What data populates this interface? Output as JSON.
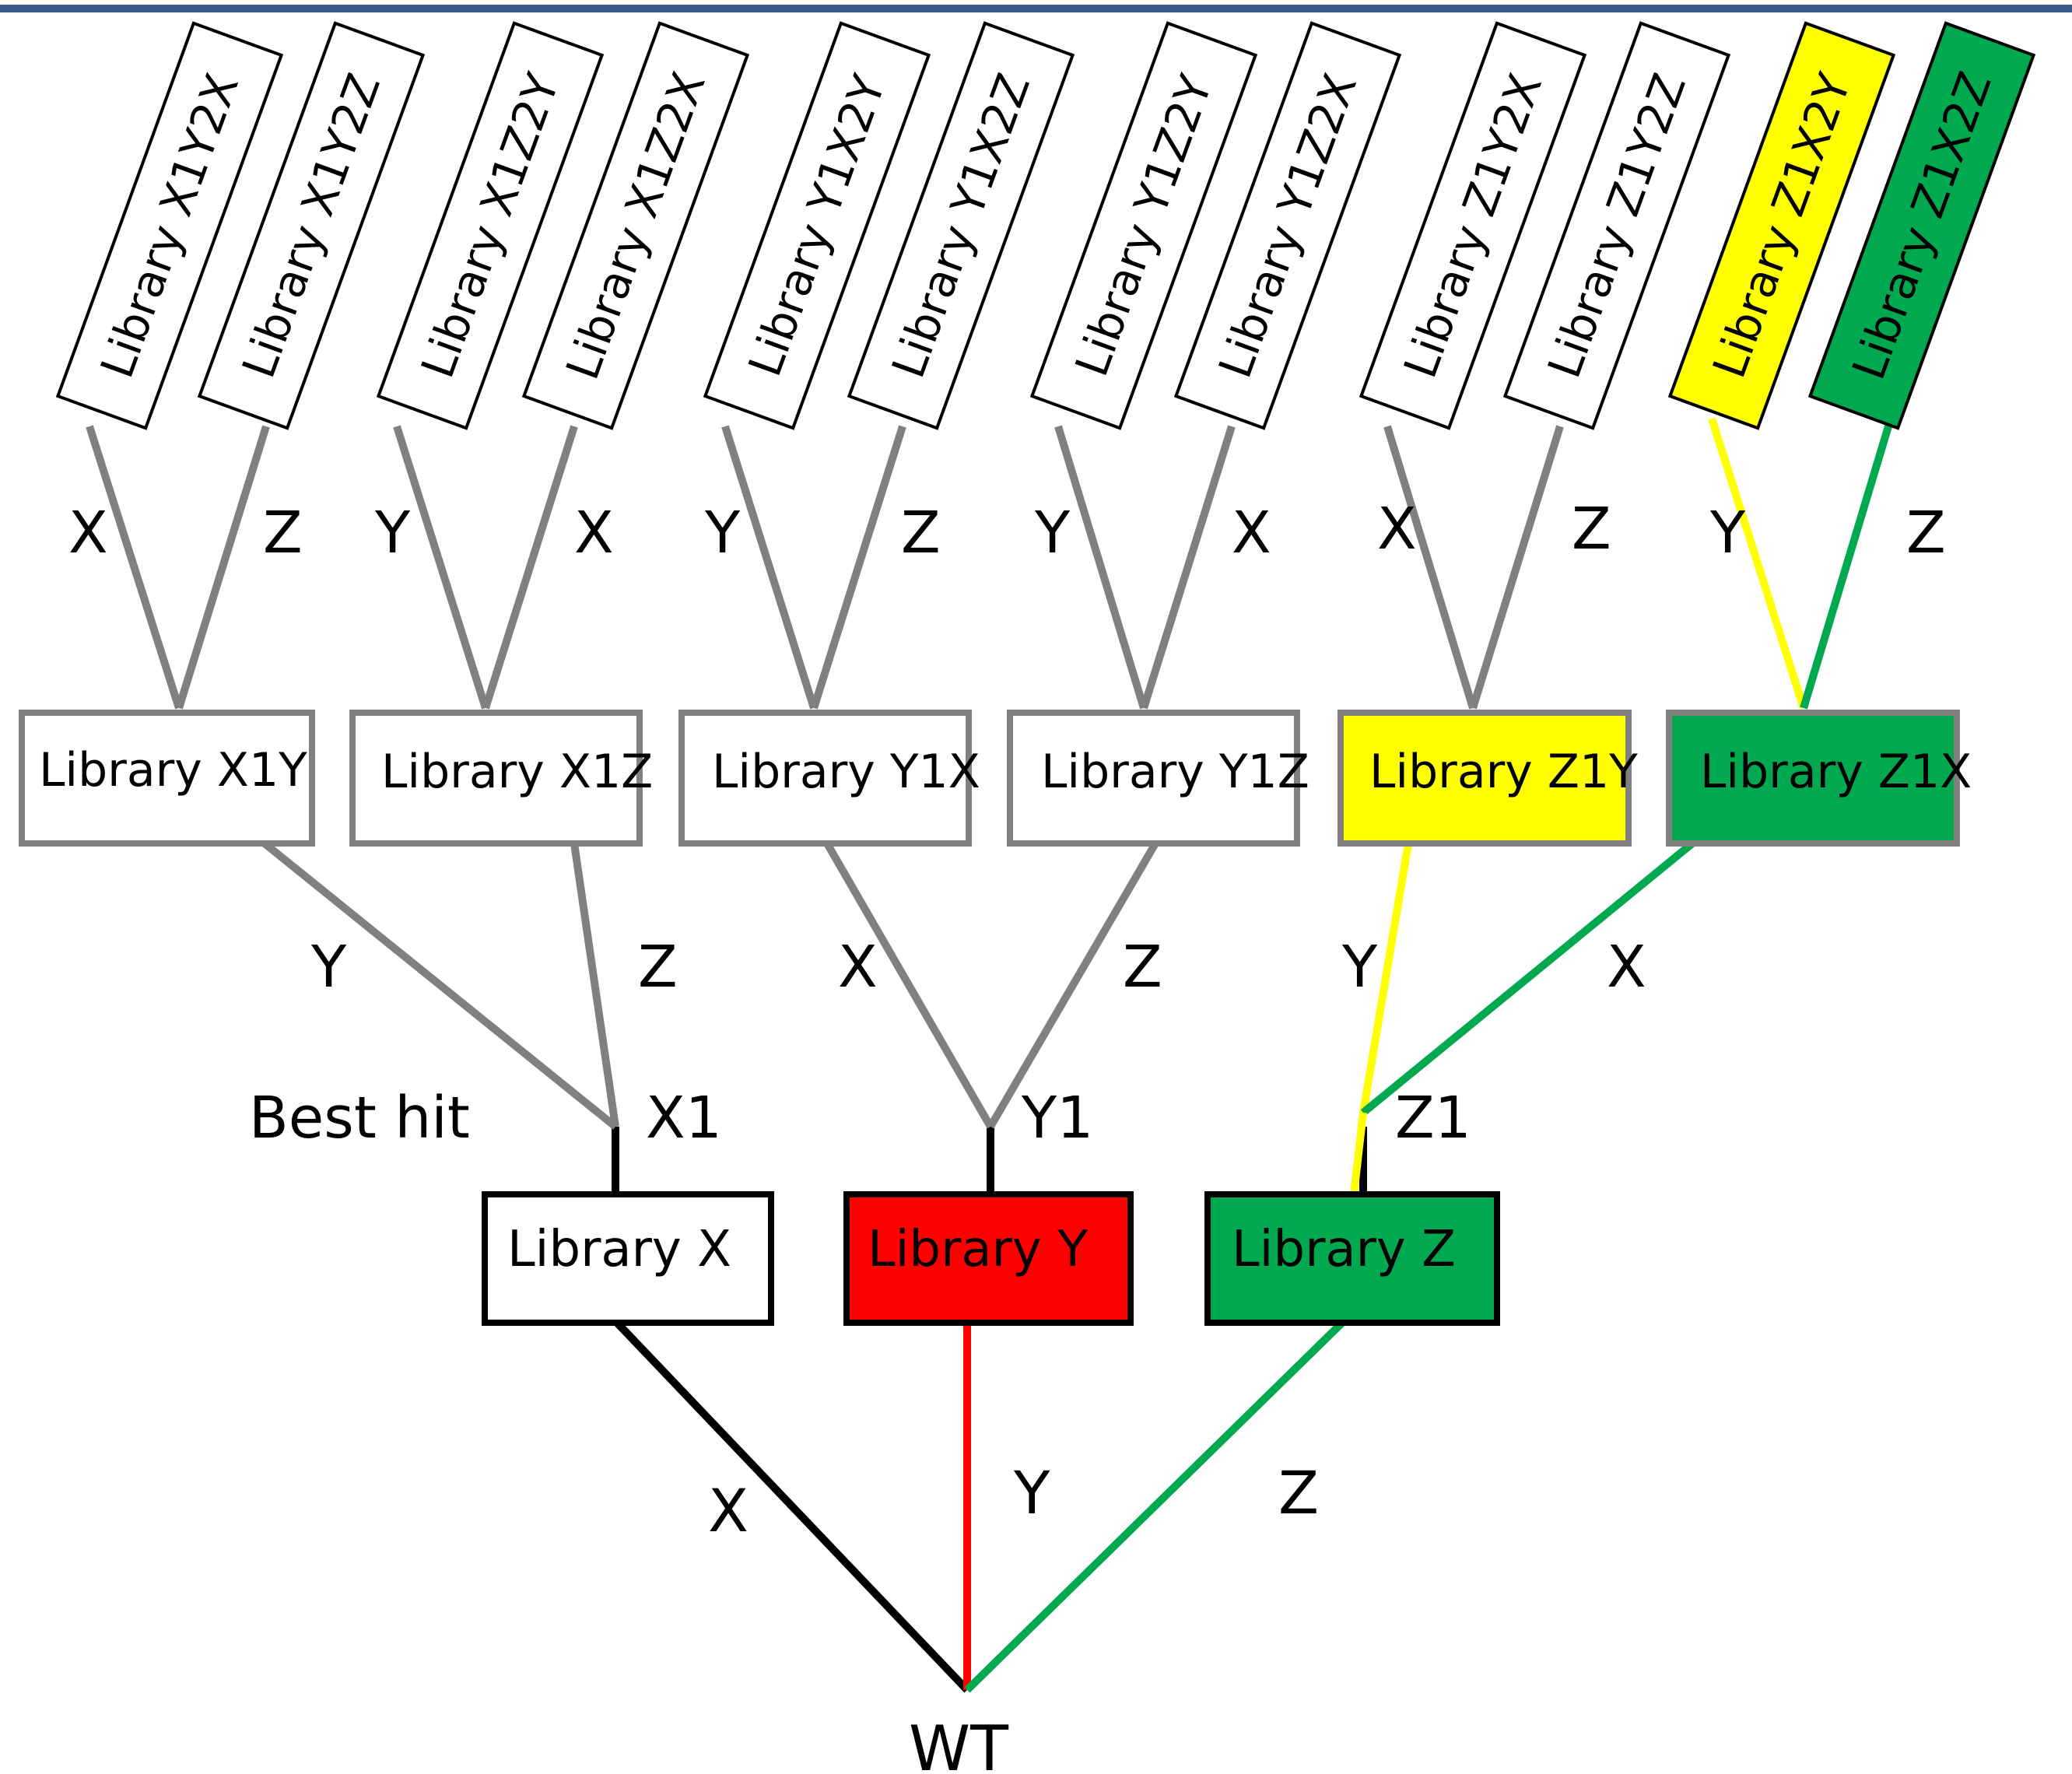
{
  "colors": {
    "top_rule": "#3b5a8c",
    "gray": "#808080",
    "black": "#000000",
    "red": "#ff0000",
    "green": "#00a94f",
    "yellow": "#ffff00",
    "white": "#ffffff"
  },
  "root": {
    "label": "WT"
  },
  "annotation": {
    "best_hit": "Best hit"
  },
  "level1": [
    {
      "id": "X",
      "label": "Library X",
      "fill": "white",
      "branch": "X",
      "branch_color": "black",
      "hit": "X1"
    },
    {
      "id": "Y",
      "label": "Library Y",
      "fill": "red",
      "branch": "Y",
      "branch_color": "red",
      "hit": "Y1"
    },
    {
      "id": "Z",
      "label": "Library Z",
      "fill": "green",
      "branch": "Z",
      "branch_color": "green",
      "hit": "Z1"
    }
  ],
  "level2": [
    {
      "id": "X1Y",
      "label": "Library X1Y",
      "parent": "X",
      "fill": "white",
      "branch": "Y",
      "branch_color": "gray"
    },
    {
      "id": "X1Z",
      "label": "Library X1Z",
      "parent": "X",
      "fill": "white",
      "branch": "Z",
      "branch_color": "gray"
    },
    {
      "id": "Y1X",
      "label": "Library Y1X",
      "parent": "Y",
      "fill": "white",
      "branch": "X",
      "branch_color": "gray"
    },
    {
      "id": "Y1Z",
      "label": "Library Y1Z",
      "parent": "Y",
      "fill": "white",
      "branch": "Z",
      "branch_color": "gray"
    },
    {
      "id": "Z1Y",
      "label": "Library Z1Y",
      "parent": "Z",
      "fill": "yellow",
      "branch": "Y",
      "branch_color": "yellow"
    },
    {
      "id": "Z1X",
      "label": "Library Z1X",
      "parent": "Z",
      "fill": "green",
      "branch": "X",
      "branch_color": "green"
    }
  ],
  "level3": [
    {
      "label": "Library X1Y2X",
      "parent": "X1Y",
      "fill": "white",
      "branch": "X",
      "branch_color": "gray"
    },
    {
      "label": "Library X1Y2Z",
      "parent": "X1Y",
      "fill": "white",
      "branch": "Z",
      "branch_color": "gray"
    },
    {
      "label": "Library X1Z2Y",
      "parent": "X1Z",
      "fill": "white",
      "branch": "Y",
      "branch_color": "gray"
    },
    {
      "label": "Library X1Z2X",
      "parent": "X1Z",
      "fill": "white",
      "branch": "X",
      "branch_color": "gray"
    },
    {
      "label": "Library Y1X2Y",
      "parent": "Y1X",
      "fill": "white",
      "branch": "Y",
      "branch_color": "gray"
    },
    {
      "label": "Library Y1X2Z",
      "parent": "Y1X",
      "fill": "white",
      "branch": "Z",
      "branch_color": "gray"
    },
    {
      "label": "Library Y1Z2Y",
      "parent": "Y1Z",
      "fill": "white",
      "branch": "Y",
      "branch_color": "gray"
    },
    {
      "label": "Library Y1Z2X",
      "parent": "Y1Z",
      "fill": "white",
      "branch": "X",
      "branch_color": "gray"
    },
    {
      "label": "Library Z1Y2X",
      "parent": "Z1Y",
      "fill": "white",
      "branch": "X",
      "branch_color": "gray"
    },
    {
      "label": "Library Z1Y2Z",
      "parent": "Z1Y",
      "fill": "white",
      "branch": "Z",
      "branch_color": "gray"
    },
    {
      "label": "Library Z1X2Y",
      "parent": "Z1X",
      "fill": "yellow",
      "branch": "Y",
      "branch_color": "yellow"
    },
    {
      "label": "Library Z1X2Z",
      "parent": "Z1X",
      "fill": "green",
      "branch": "Z",
      "branch_color": "green"
    }
  ]
}
